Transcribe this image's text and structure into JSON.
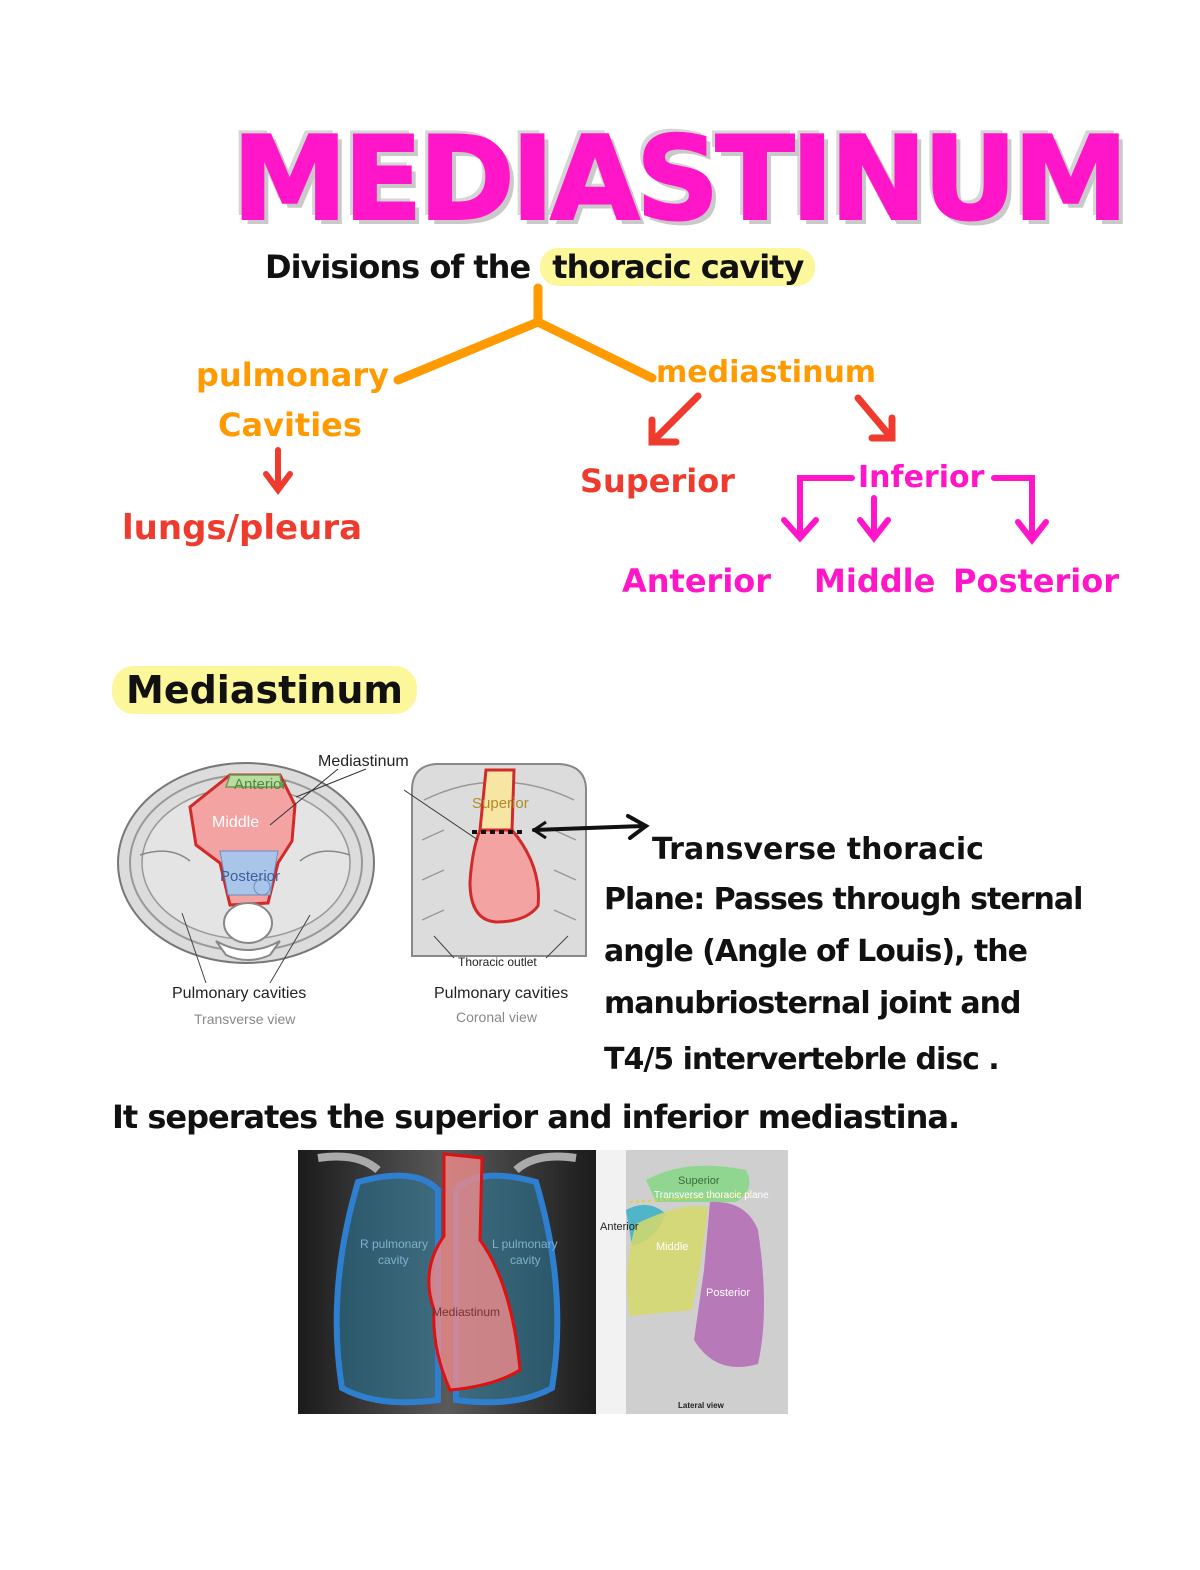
{
  "title": "MEDIASTINUM",
  "subtitle": {
    "prefix": "Divisions of the",
    "highlight": "thoracic cavity"
  },
  "tree": {
    "pulmonary_line1": "pulmonary",
    "pulmonary_line2": "Cavities",
    "lungs": "lungs/pleura",
    "mediastinum": "mediastinum",
    "superior": "Superior",
    "inferior": "Inferior",
    "anterior": "Anterior",
    "middle": "Middle",
    "posterior": "Posterior"
  },
  "section_heading": "Mediastinum",
  "diagram_left": {
    "mediastinum_label": "Mediastinum",
    "anterior": "Anterior",
    "middle": "Middle",
    "posterior": "Posterior",
    "pulmonary": "Pulmonary cavities",
    "view": "Transverse view"
  },
  "diagram_right": {
    "superior": "Superior",
    "outlet": "Thoracic outlet",
    "pulmonary": "Pulmonary cavities",
    "view": "Coronal view"
  },
  "notes": {
    "line1": "Transverse thoracic",
    "line2": "Plane: Passes through sternal",
    "line3": "angle (Angle of Louis), the",
    "line4": "manubriosternal joint and",
    "line5": "T4/5 intervertebrle disc ."
  },
  "sentence": "It seperates the superior and inferior mediastina.",
  "xray_frontal": {
    "r_cavity_1": "R pulmonary",
    "r_cavity_2": "cavity",
    "l_cavity_1": "L pulmonary",
    "l_cavity_2": "cavity",
    "mediastinum": "Mediastinum"
  },
  "xray_lateral": {
    "superior": "Superior",
    "plane": "Transverse thoracic plane",
    "anterior": "Anterior",
    "middle": "Middle",
    "posterior": "Posterior",
    "view": "Lateral view"
  }
}
